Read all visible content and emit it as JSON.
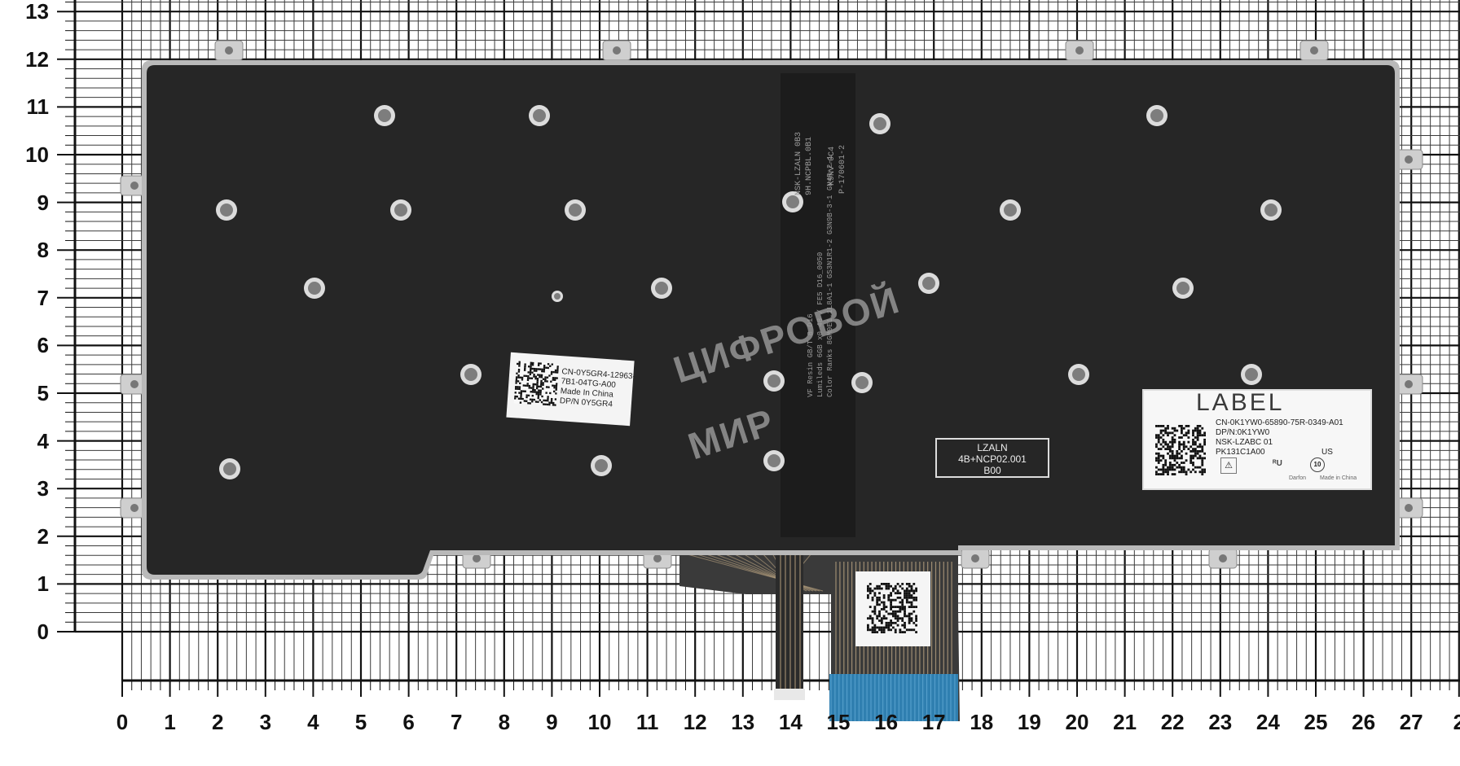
{
  "grid": {
    "y_labels": [
      "0",
      "1",
      "2",
      "3",
      "4",
      "5",
      "6",
      "7",
      "8",
      "9",
      "10",
      "11",
      "12",
      "13"
    ],
    "x_labels": [
      "0",
      "1",
      "2",
      "3",
      "4",
      "5",
      "6",
      "7",
      "8",
      "9",
      "10",
      "11",
      "12",
      "13",
      "14",
      "15",
      "16",
      "17",
      "18",
      "19",
      "20",
      "21",
      "22",
      "23",
      "24",
      "25",
      "26",
      "27",
      "2"
    ]
  },
  "watermark": {
    "line1": "ЦИФРОВОЙ",
    "line2": "МИР"
  },
  "left_sticker": {
    "lines": [
      "CN-0Y5GR4-12963-",
      "7B1-04TG-A00",
      "Made In China",
      "DP/N 0Y5GR4"
    ]
  },
  "cable_text": {
    "line1": "NSK-LZALN 0B3",
    "line2": "9H.NCPBL.0B1",
    "line3": "K9NV-0C4",
    "line4": "P-170601-2",
    "line5": "VF Resin   GB/T 8 D16",
    "line6": "Lumileds 6GB x0 48 / FE5 D16_0050",
    "line7": "Color Ranks 8GM9E1.1L8A1-1 GS3N1R1-2 G3N9B-3-1 GN4R-2-1"
  },
  "lzaln_label": {
    "lines": [
      "LZALN",
      "4B+NCP02.001",
      "B00"
    ]
  },
  "right_label": {
    "header": "LABEL",
    "lines": [
      "CN-0K1YW0-65890-75R-0349-A01",
      "DP/N:0K1YW0",
      "NSK-LZABC 01",
      "PK131C1A00"
    ],
    "lang": "US",
    "footer_left": "Darfon",
    "footer_right": "Made in China"
  },
  "colors": {
    "board": "#262626",
    "board_edge": "#b9b9b9",
    "grid_line": "#3a3a3a",
    "cable_blue": "#2f7fb0",
    "cable_copper": "#c9b089",
    "watermark": "#bebebe"
  }
}
